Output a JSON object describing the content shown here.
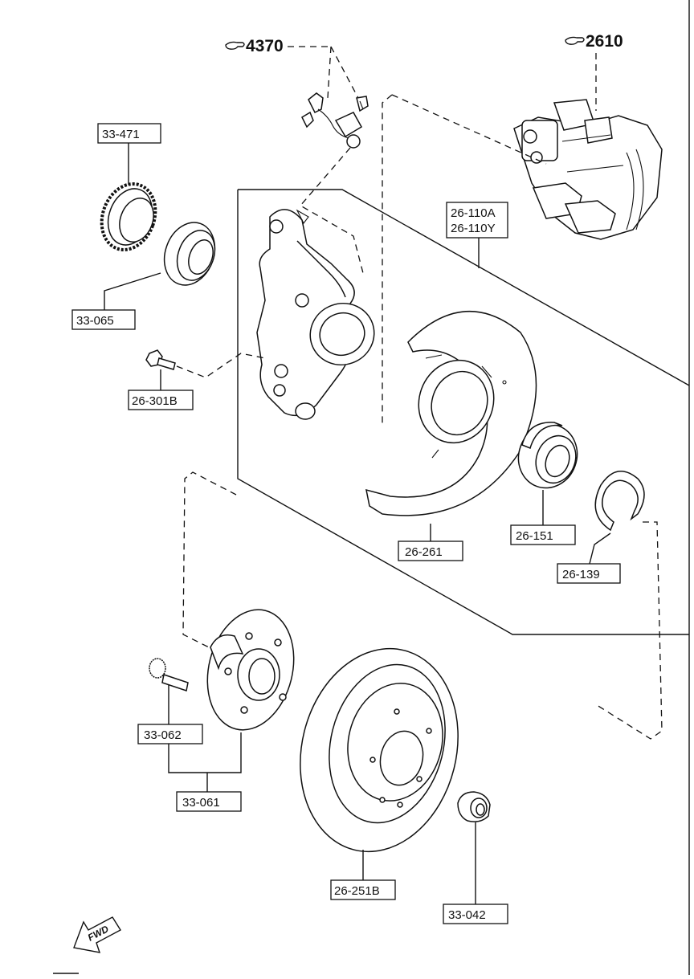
{
  "diagram": {
    "refs": {
      "sensor_ref": "4370",
      "caliper_ref": "2610"
    },
    "labels": {
      "l_33_471": "33-471",
      "l_33_065": "33-065",
      "l_26_301b": "26-301B",
      "l_26_110a": "26-110A",
      "l_26_110y": "26-110Y",
      "l_26_261": "26-261",
      "l_26_151": "26-151",
      "l_26_139": "26-139",
      "l_33_062": "33-062",
      "l_33_061": "33-061",
      "l_26_251b": "26-251B",
      "l_33_042": "33-042"
    },
    "fwd": "FWD",
    "icons": {
      "ref_pointer": "hand-pointer-icon",
      "fwd_arrow": "fwd-arrow-icon"
    },
    "colors": {
      "ink": "#111111",
      "paper": "#ffffff"
    }
  }
}
